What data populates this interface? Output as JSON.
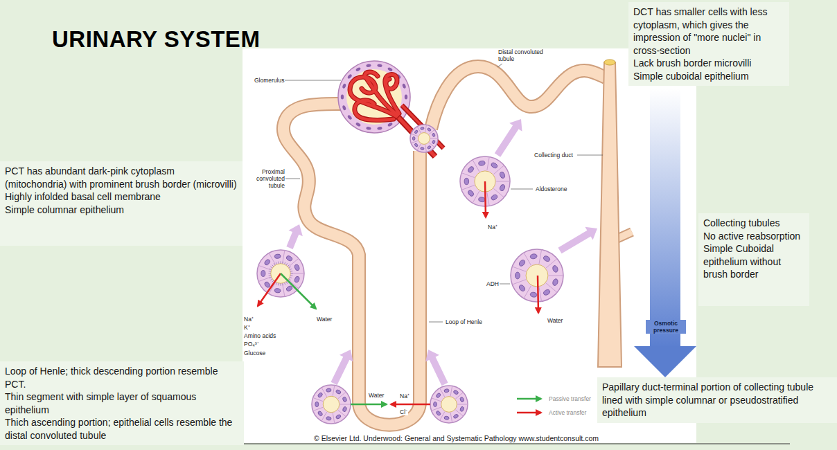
{
  "diagram": {
    "title": "URINARY SYSTEM",
    "nodes": [
      {
        "text": [
          "DCT has smaller cells with less cytoplasm, which gives the impression of \"more nuclei\" in cross-section",
          "Lack brush border microvilli",
          "Simple cuboidal epithelium"
        ]
      },
      {
        "text": [
          "PCT has abundant dark-pink cytoplasm (mitochondria) with prominent brush border (microvilli)",
          "Highly infolded basal cell membrane",
          "Simple columnar epithelium"
        ]
      },
      {
        "text": [
          "Collecting tubules",
          "No active reabsorption",
          "Simple Cuboidal epithelium without brush border"
        ]
      },
      {
        "text": [
          "Loop of Henle; thick descending portion resemble PCT.",
          "Thin segment with simple layer of squamous epithelium",
          "Thich ascending portion; epithelial cells resemble the distal convoluted tubule"
        ]
      },
      {
        "text": [
          "Papillary duct-terminal portion of collecting tubule lined with simple columnar or pseudostratified epithelium"
        ]
      }
    ],
    "labels": [
      "Glomerulus",
      "Distal convoluted tubule",
      "Proximal convoluted tubule",
      "Collecting duct",
      "Aldosterone",
      "Na⁺",
      "ADH",
      "Water",
      "Na⁺",
      "K⁺",
      "Amino acids",
      "PO₄³⁻",
      "Glucose",
      "Water",
      "Loop of Henle",
      "Osmotic pressure",
      "Water",
      "Na⁺",
      "Cl⁻",
      "© Elsevier Ltd. Underwood: General and Systematic Pathology www.studentconsult.com"
    ],
    "legend": [
      {
        "text": "Passive transfer"
      },
      {
        "text": "Active transfer"
      }
    ]
  }
}
